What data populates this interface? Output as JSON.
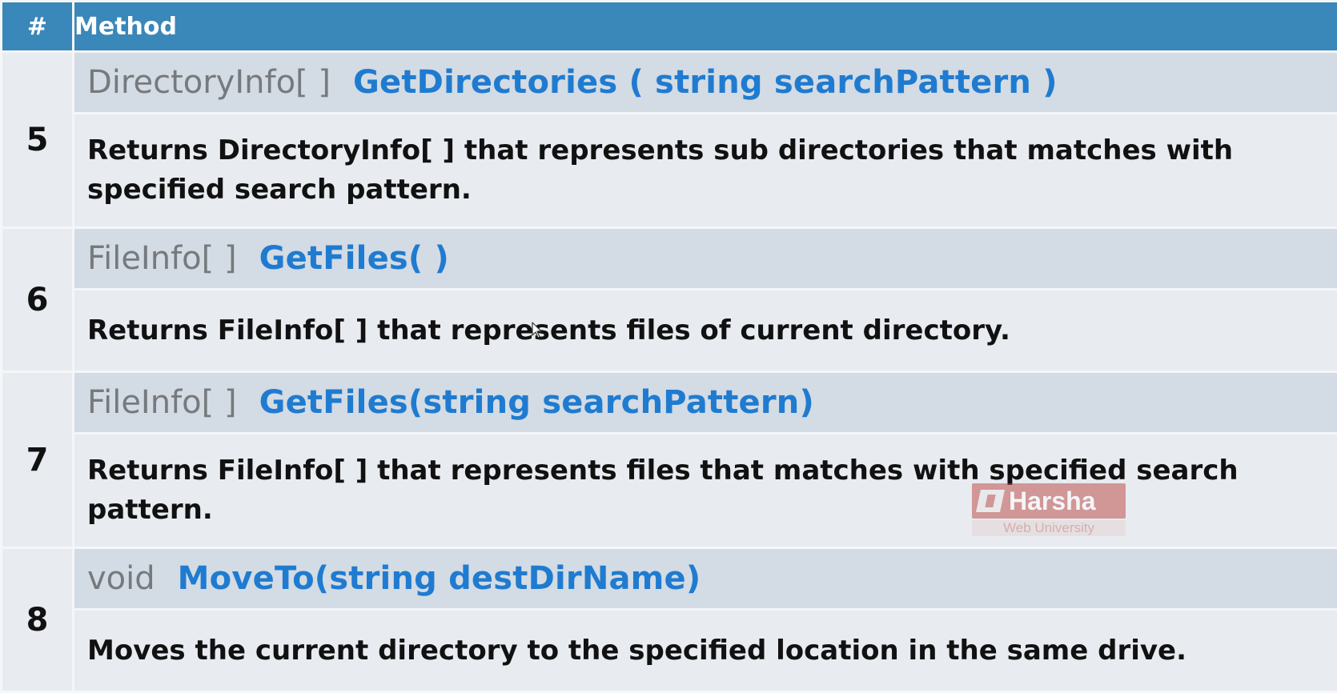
{
  "table": {
    "header": {
      "num_label": "#",
      "method_label": "Method"
    },
    "rows": [
      {
        "num": "5",
        "return_type": "DirectoryInfo[ ]",
        "signature": "GetDirectories ( string  searchPattern )",
        "description": "Returns DirectoryInfo[ ] that represents sub directories that matches with specified search pattern."
      },
      {
        "num": "6",
        "return_type": "FileInfo[ ]",
        "signature": "GetFiles( )",
        "description": "Returns FileInfo[ ] that represents files of current directory."
      },
      {
        "num": "7",
        "return_type": "FileInfo[ ]",
        "signature": "GetFiles(string  searchPattern)",
        "description": "Returns FileInfo[ ] that represents files that matches with specified search pattern."
      },
      {
        "num": "8",
        "return_type": "void",
        "signature": "MoveTo(string  destDirName)",
        "description": "Moves the current directory to the specified location in the same drive."
      }
    ]
  },
  "watermark": {
    "title": "Harsha",
    "subtitle": "Web University"
  },
  "colors": {
    "header_bg": "#3a87b9",
    "method_name": "#1f7bd0",
    "return_type": "#777a7d",
    "signature_row_bg": "#d3dbe4",
    "description_row_bg": "#e8ecf1"
  },
  "icons": {
    "cursor": "mouse-pointer-icon",
    "watermark_logo": "harsha-logo-icon"
  }
}
